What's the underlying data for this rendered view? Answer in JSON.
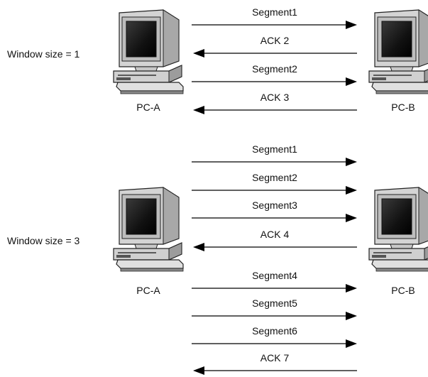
{
  "diagrams": [
    {
      "window_label": "Window size = 1",
      "left_pc": "PC-A",
      "right_pc": "PC-B",
      "messages": [
        {
          "label": "Segment1",
          "direction": "right"
        },
        {
          "label": "ACK 2",
          "direction": "left"
        },
        {
          "label": "Segment2",
          "direction": "right"
        },
        {
          "label": "ACK 3",
          "direction": "left"
        }
      ]
    },
    {
      "window_label": "Window size = 3",
      "left_pc": "PC-A",
      "right_pc": "PC-B",
      "messages": [
        {
          "label": "Segment1",
          "direction": "right"
        },
        {
          "label": "Segment2",
          "direction": "right"
        },
        {
          "label": "Segment3",
          "direction": "right"
        },
        {
          "label": "ACK 4",
          "direction": "left"
        },
        {
          "label": "Segment4",
          "direction": "right"
        },
        {
          "label": "Segment5",
          "direction": "right"
        },
        {
          "label": "Segment6",
          "direction": "right"
        },
        {
          "label": "ACK 7",
          "direction": "left"
        }
      ]
    }
  ]
}
